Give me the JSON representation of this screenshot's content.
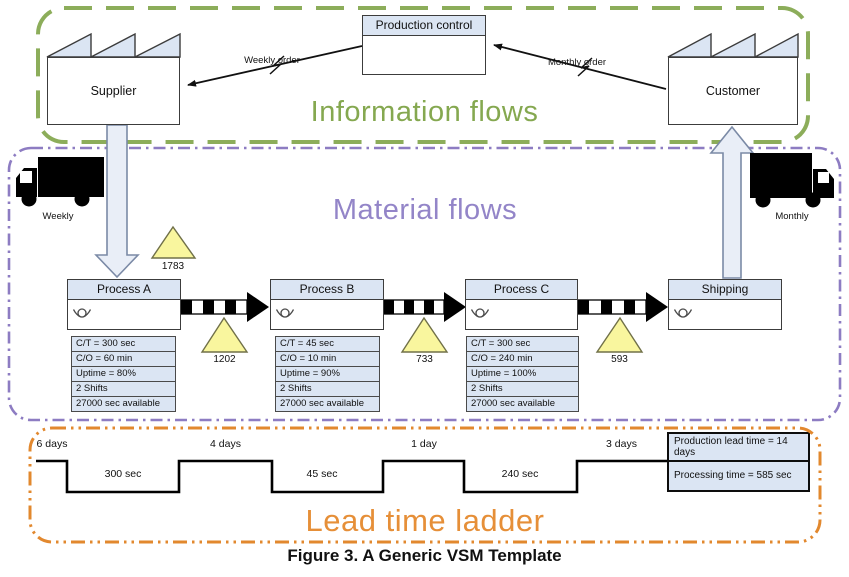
{
  "figure_caption": "Figure 3. A Generic VSM Template",
  "sections": {
    "information_flows": {
      "title": "Information flows",
      "color": "#85a850"
    },
    "material_flows": {
      "title": "Material flows",
      "color": "#9385c8"
    },
    "lead_time_ladder": {
      "title": "Lead time ladder",
      "color": "#e68f38"
    }
  },
  "nodes": {
    "production_control": "Production control",
    "supplier": "Supplier",
    "customer": "Customer"
  },
  "information_arrows": {
    "weekly": "Weekly order",
    "monthly": "Monthly order"
  },
  "shipments": {
    "inbound_truck": "Weekly",
    "outbound_truck": "Monthly"
  },
  "processes": [
    {
      "name": "Process A",
      "data_box": [
        "C/T = 300 sec",
        "C/O = 60 min",
        "Uptime = 80%",
        "2 Shifts",
        "27000 sec available"
      ]
    },
    {
      "name": "Process B",
      "data_box": [
        "C/T = 45 sec",
        "C/O = 10 min",
        "Uptime = 90%",
        "2 Shifts",
        "27000 sec available"
      ]
    },
    {
      "name": "Process C",
      "data_box": [
        "C/T = 300 sec",
        "C/O = 240 min",
        "Uptime = 100%",
        "2 Shifts",
        "27000 sec available"
      ]
    },
    {
      "name": "Shipping",
      "data_box": []
    }
  ],
  "inventory_triangles": [
    "1783",
    "1202",
    "733",
    "593"
  ],
  "lead_time_ladder": {
    "wait_times": [
      "6 days",
      "4 days",
      "1 day",
      "3 days"
    ],
    "process_times": [
      "300 sec",
      "45 sec",
      "240 sec"
    ],
    "production_lead_time": "Production lead time = 14 days",
    "processing_time": "Processing time = 585 sec"
  },
  "colors": {
    "information_border": "#8cad5a",
    "material_border": "#8d7cc2",
    "leadtime_border": "#e2882e",
    "box_fill": "#dbe5f3",
    "inventory_fill": "#f9f69e",
    "big_arrow_fill": "#e9eef7"
  }
}
